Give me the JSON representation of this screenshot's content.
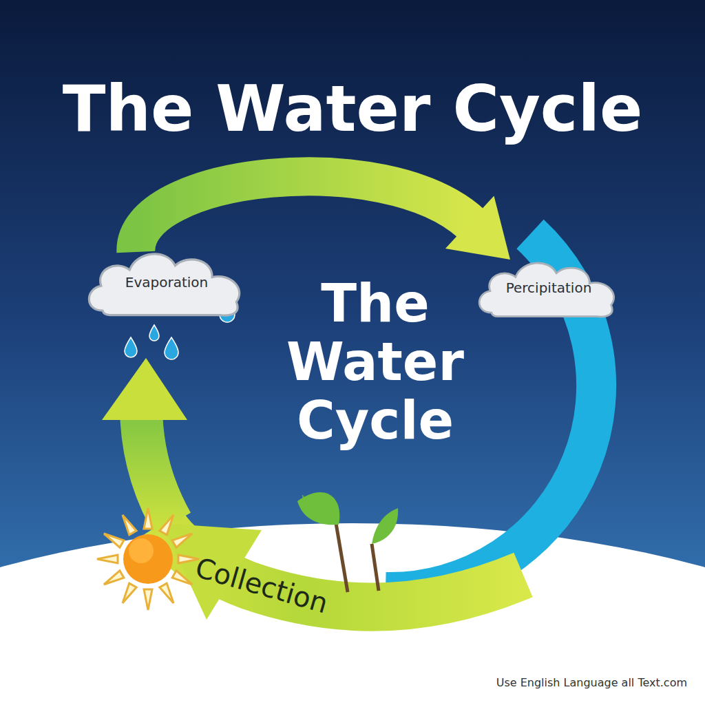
{
  "diagram": {
    "title": "The Water Cycle",
    "nodes": [
      {
        "text": [
          "Evaporation"
        ]
      },
      {
        "text": [
          "Percipitation"
        ]
      }
    ],
    "edges": [
      {
        "from": 0,
        "to": 1,
        "arrow": "to"
      }
    ],
    "labels": [
      "The Water Cycle",
      "Collection",
      "Use English Language all Text.com"
    ]
  }
}
